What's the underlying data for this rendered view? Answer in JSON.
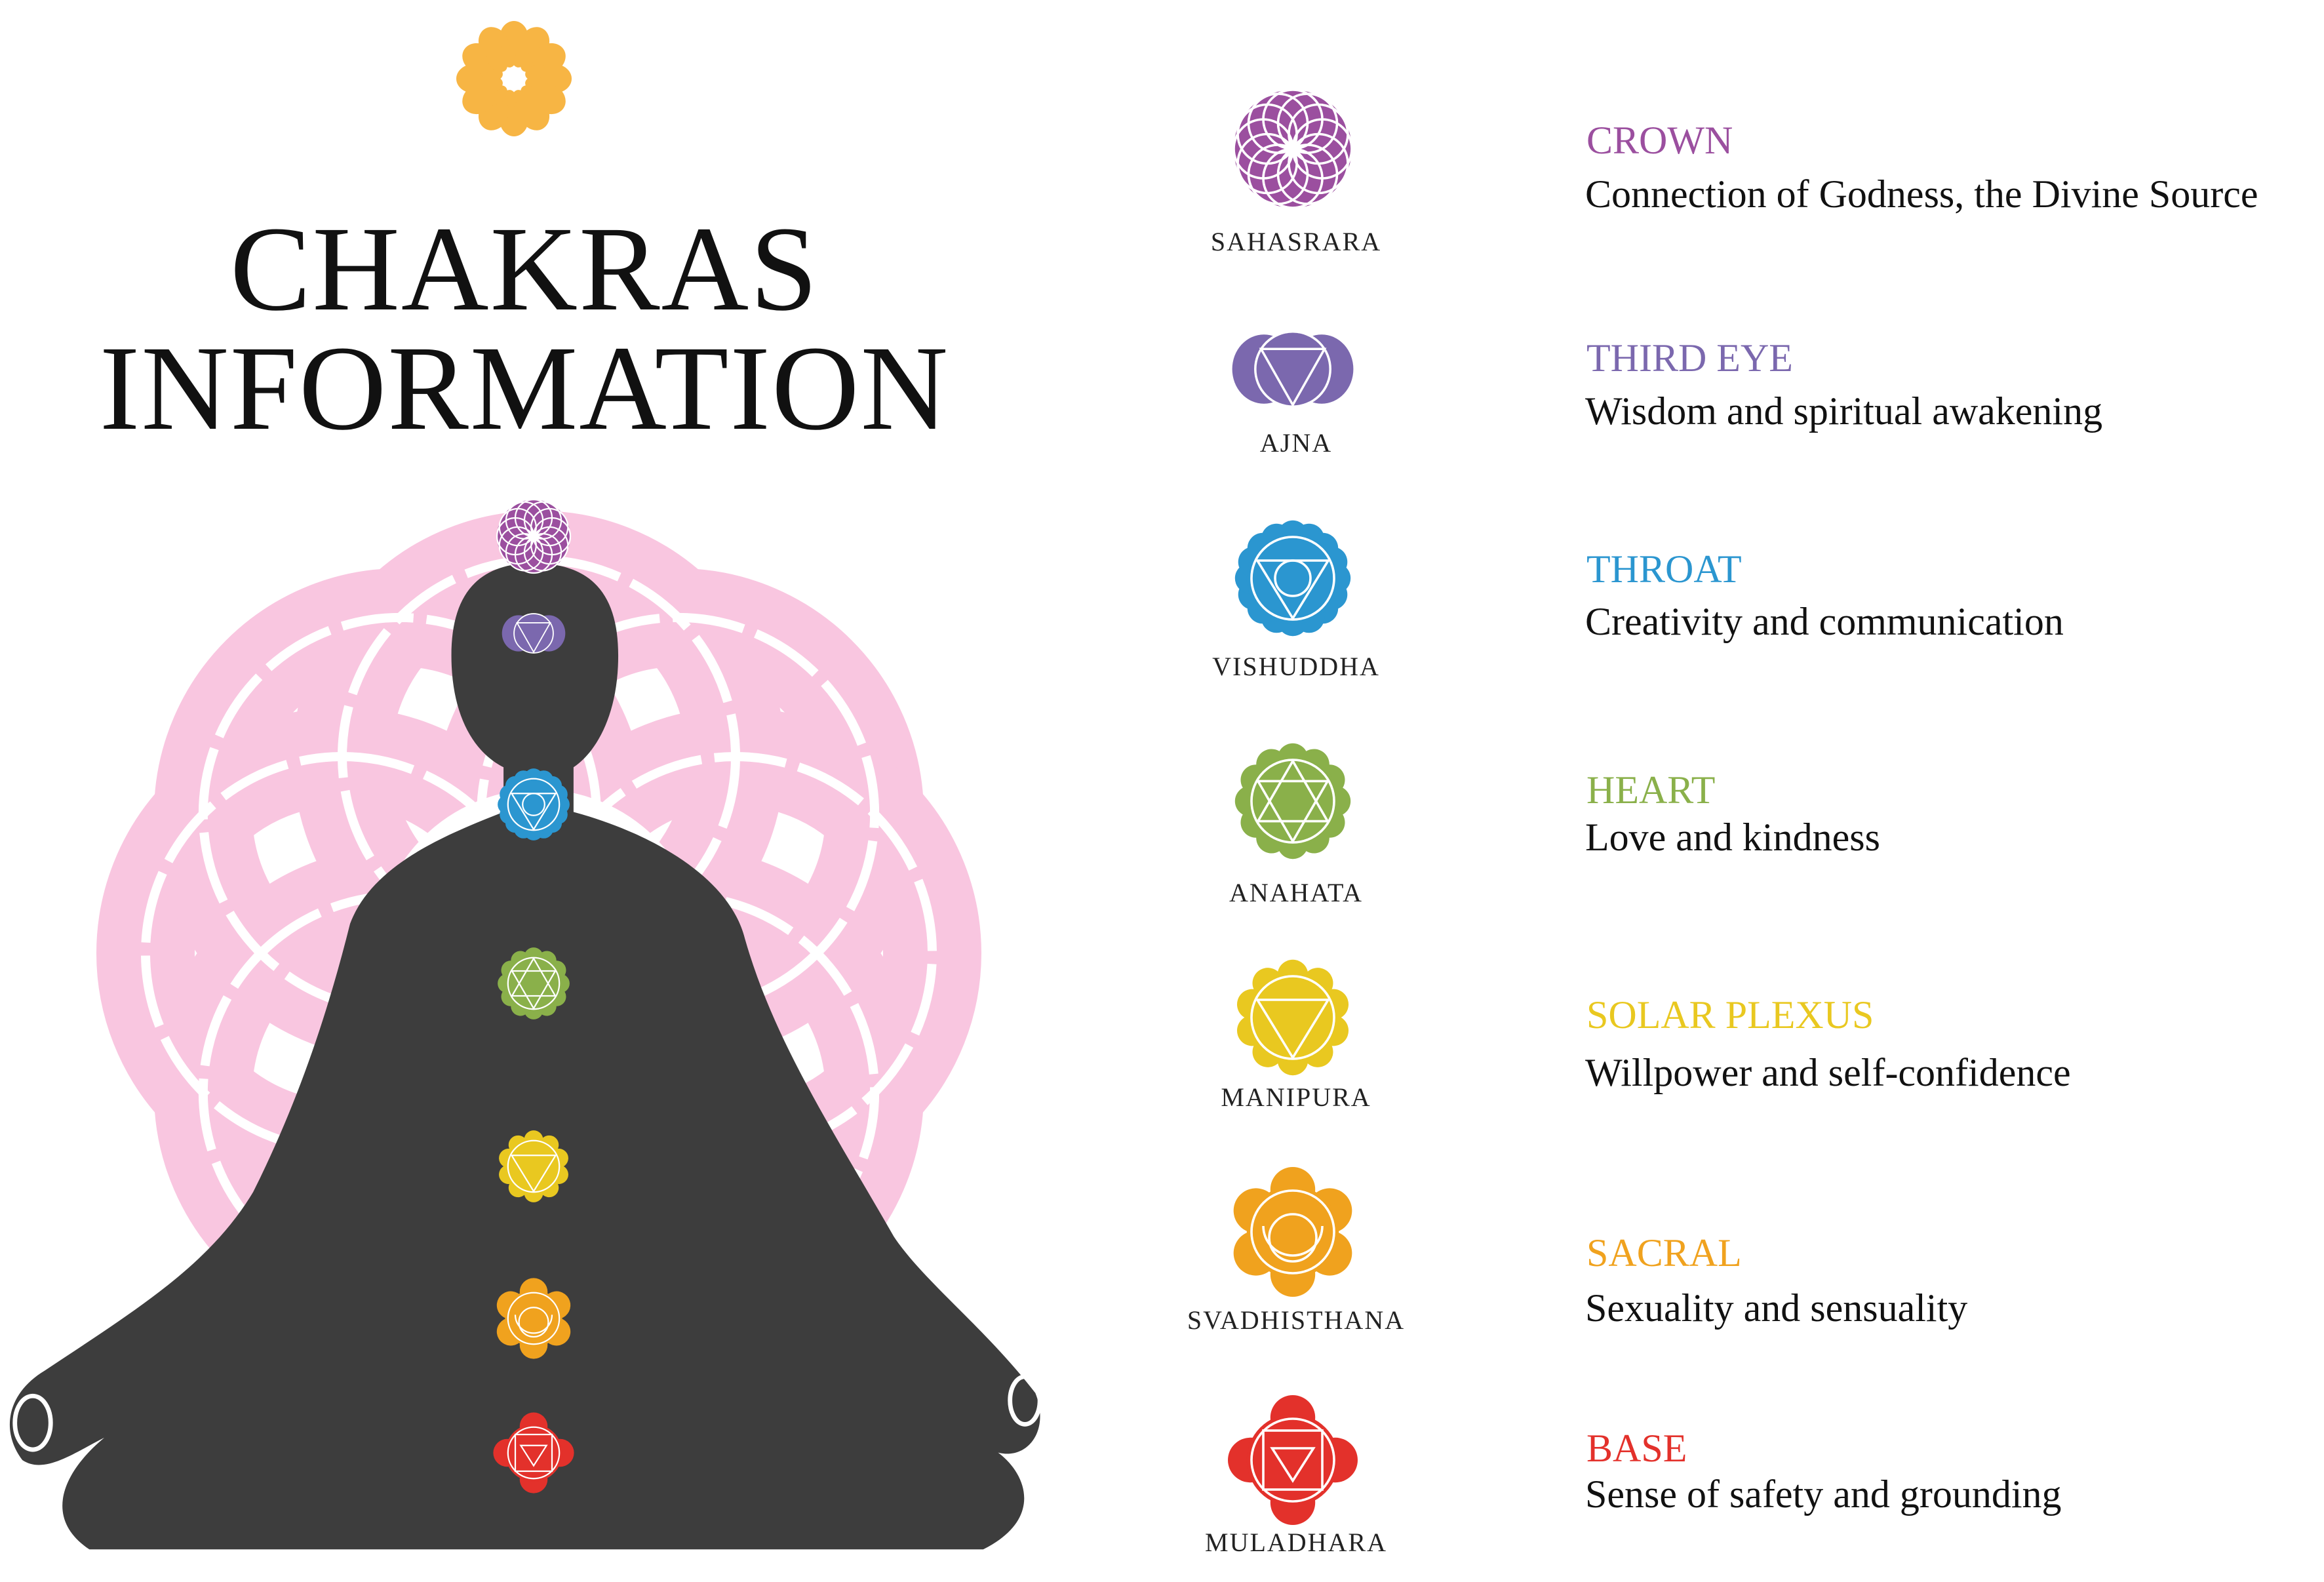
{
  "header": {
    "line1": "CHAKRAS",
    "line2": "INFORMATION",
    "logo_color": "#f7b544"
  },
  "lotus_color": "#f9c6e0",
  "figure_color": "#3d3d3d",
  "chakras": [
    {
      "sanskrit": "SAHASRARA",
      "name": "CROWN",
      "description": "Connection of Godness, the Divine Source",
      "color": "#9b4f9f",
      "icon": "crown-chakra-icon"
    },
    {
      "sanskrit": "AJNA",
      "name": "THIRD EYE",
      "description": "Wisdom and spiritual awakening",
      "color": "#7b68ae",
      "icon": "third-eye-chakra-icon"
    },
    {
      "sanskrit": "VISHUDDHA",
      "name": "THROAT",
      "description": "Creativity and communication",
      "color": "#2b96d0",
      "icon": "throat-chakra-icon"
    },
    {
      "sanskrit": "ANAHATA",
      "name": "HEART",
      "description": "Love and kindness",
      "color": "#8ab04a",
      "icon": "heart-chakra-icon"
    },
    {
      "sanskrit": "MANIPURA",
      "name": "SOLAR PLEXUS",
      "description": "Willpower and self-confidence",
      "color": "#e9c820",
      "icon": "solar-plexus-chakra-icon"
    },
    {
      "sanskrit": "SVADHISTHANA",
      "name": "SACRAL",
      "description": "Sexuality and sensuality",
      "color": "#f0a21e",
      "icon": "sacral-chakra-icon"
    },
    {
      "sanskrit": "MULADHARA",
      "name": "BASE",
      "description": "Sense of safety and grounding",
      "color": "#e3312b",
      "icon": "base-chakra-icon"
    }
  ]
}
